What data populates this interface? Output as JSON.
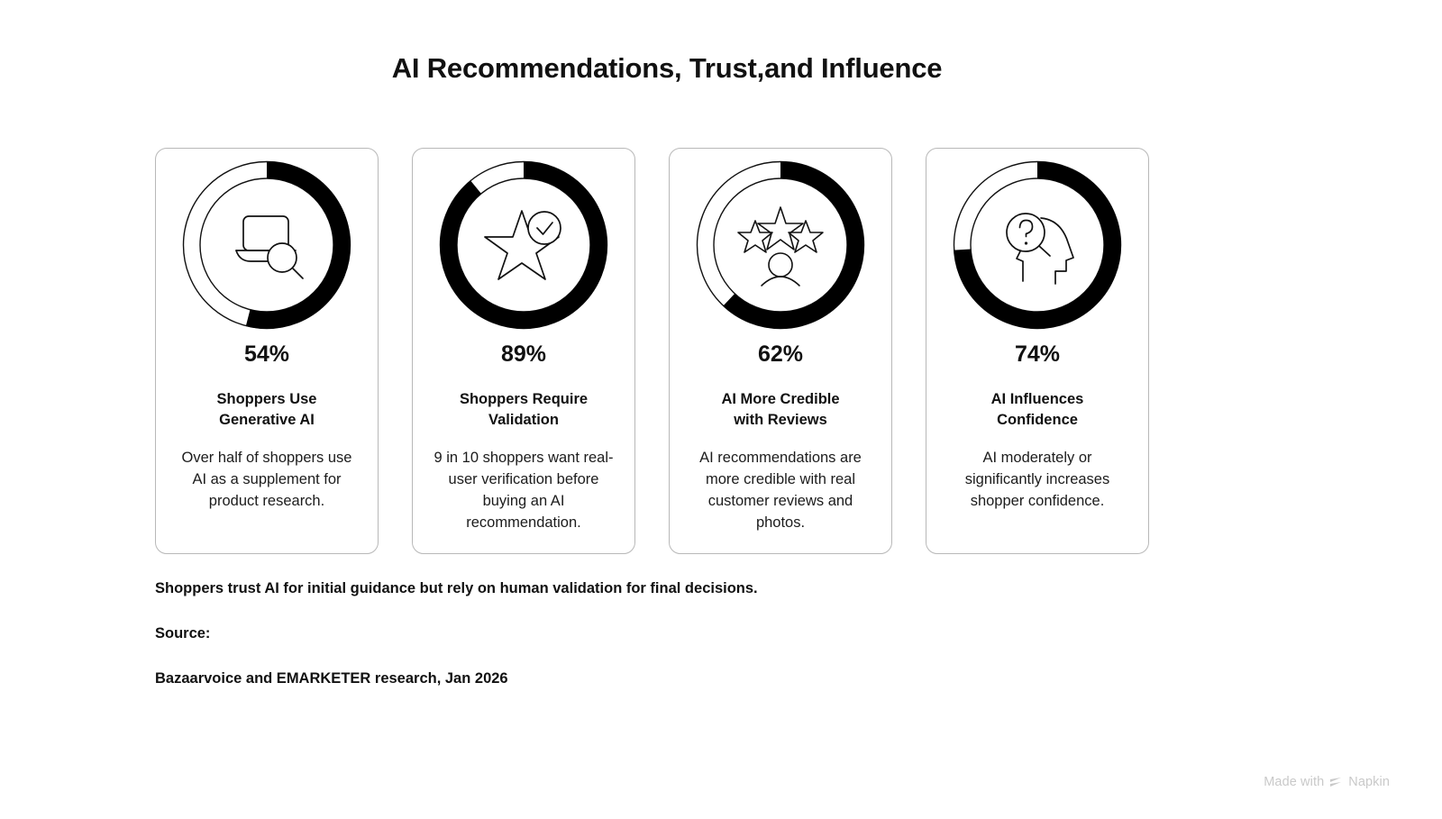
{
  "title": "AI Recommendations, Trust,and Influence",
  "chart_data": {
    "type": "pie",
    "title": "AI Recommendations, Trust,and Influence",
    "subtype": "donut-gauge-set",
    "unit": "%",
    "ylim": [
      0,
      100
    ],
    "categories": [
      "Shoppers Use Generative AI",
      "Shoppers Require Validation",
      "AI More Credible with Reviews",
      "AI Influences Confidence"
    ],
    "values": [
      54,
      89,
      62,
      74
    ],
    "labels": [
      "54%",
      "89%",
      "62%",
      "74%"
    ],
    "legend": "none",
    "grid": false,
    "arc_start_deg": 0,
    "arc_direction": "clockwise",
    "fill_color": "#000000",
    "track_color": "#ffffff",
    "track_stroke": "#111111"
  },
  "cards": [
    {
      "percent": 54,
      "percent_label": "54%",
      "title_line1": "Shoppers Use",
      "title_line2": "Generative AI",
      "description": "Over half of shoppers use AI as a supplement for product research.",
      "icon": "laptop-search-icon"
    },
    {
      "percent": 89,
      "percent_label": "89%",
      "title_line1": "Shoppers Require",
      "title_line2": "Validation",
      "description": "9 in 10 shoppers want real-user verification before buying an AI recommendation.",
      "icon": "star-check-icon"
    },
    {
      "percent": 62,
      "percent_label": "62%",
      "title_line1": "AI More Credible",
      "title_line2": "with Reviews",
      "description": "AI recommendations are more credible with real customer reviews and photos.",
      "icon": "stars-person-icon"
    },
    {
      "percent": 74,
      "percent_label": "74%",
      "title_line1": "AI Influences",
      "title_line2": "Confidence",
      "description": "AI moderately or significantly increases shopper confidence.",
      "icon": "head-question-search-icon"
    }
  ],
  "footer": {
    "insight": "Shoppers trust AI for initial guidance but rely on human validation for final decisions.",
    "source_label": "Source:",
    "source_value": "Bazaarvoice and EMARKETER research, Jan 2026"
  },
  "watermark": {
    "prefix": "Made with",
    "brand": "Napkin"
  }
}
